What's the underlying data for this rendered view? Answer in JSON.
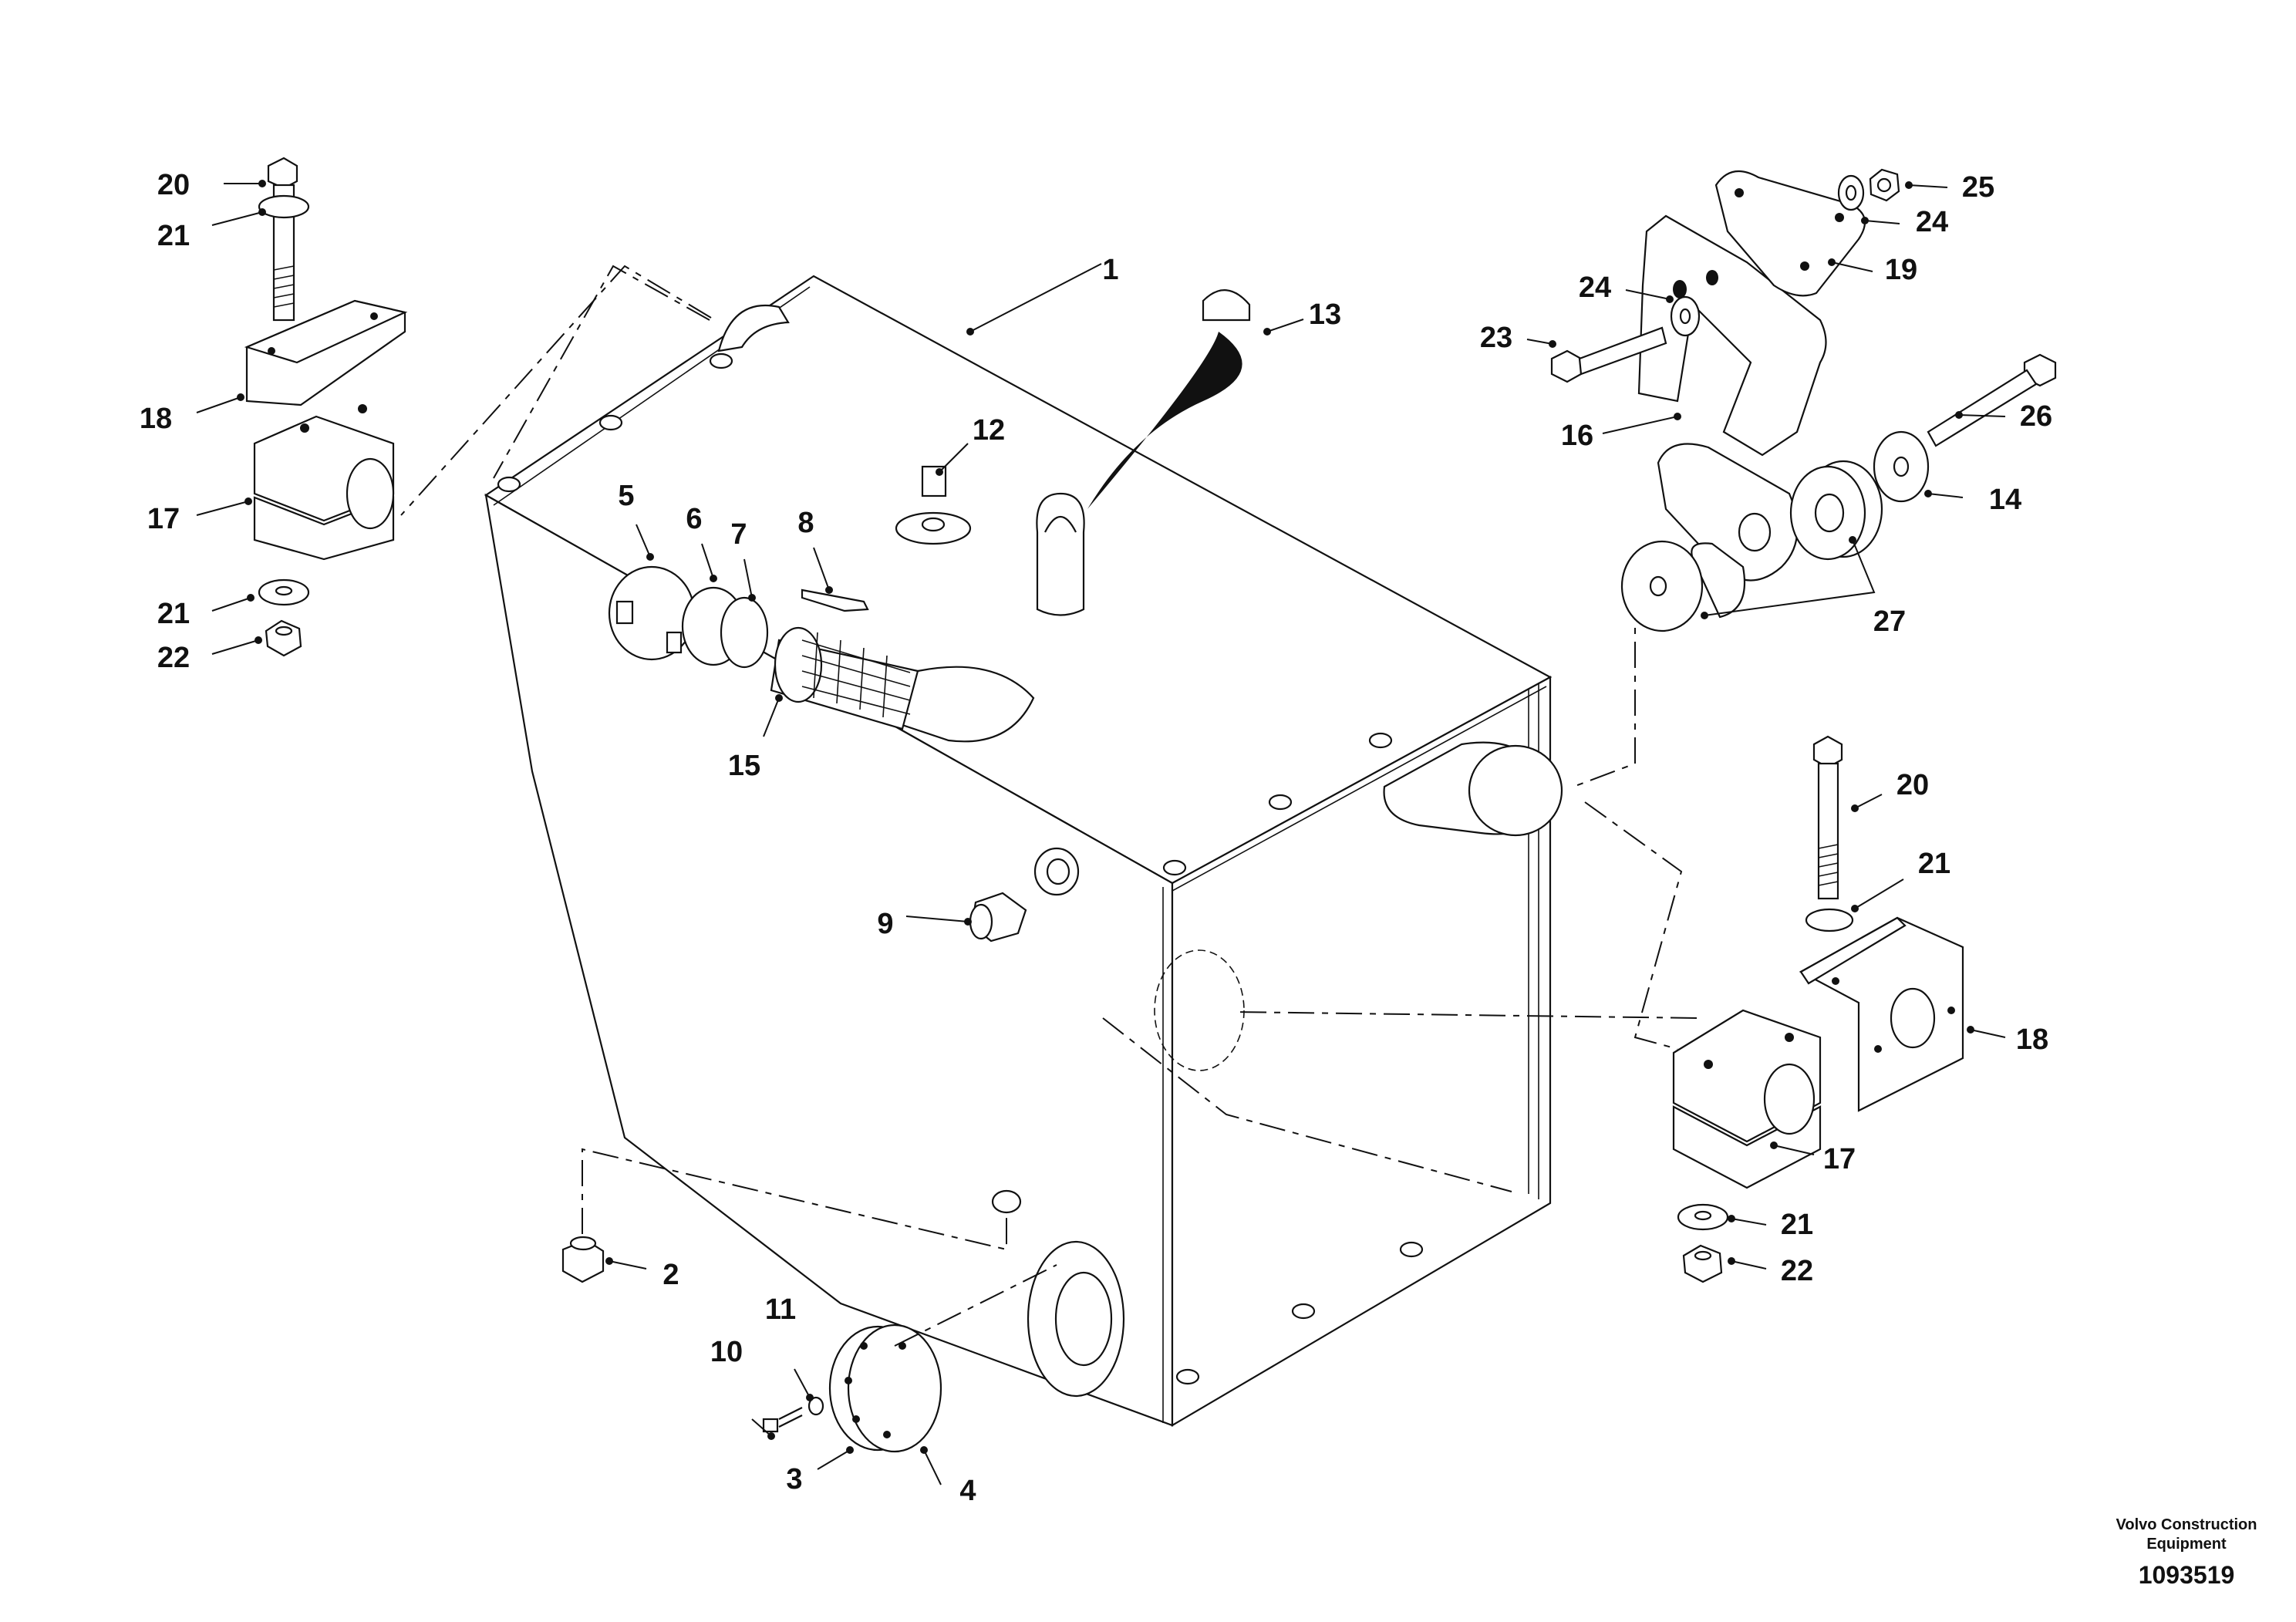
{
  "callouts": [
    {
      "id": "c1",
      "label": "1"
    },
    {
      "id": "c2",
      "label": "2"
    },
    {
      "id": "c3",
      "label": "3"
    },
    {
      "id": "c4",
      "label": "4"
    },
    {
      "id": "c5",
      "label": "5"
    },
    {
      "id": "c6",
      "label": "6"
    },
    {
      "id": "c7",
      "label": "7"
    },
    {
      "id": "c8",
      "label": "8"
    },
    {
      "id": "c9",
      "label": "9"
    },
    {
      "id": "c10",
      "label": "10"
    },
    {
      "id": "c11",
      "label": "11"
    },
    {
      "id": "c12",
      "label": "12"
    },
    {
      "id": "c13",
      "label": "13"
    },
    {
      "id": "c14",
      "label": "14"
    },
    {
      "id": "c15",
      "label": "15"
    },
    {
      "id": "c16",
      "label": "16"
    },
    {
      "id": "c17l",
      "label": "17"
    },
    {
      "id": "c17r",
      "label": "17"
    },
    {
      "id": "c18l",
      "label": "18"
    },
    {
      "id": "c18r",
      "label": "18"
    },
    {
      "id": "c19",
      "label": "19"
    },
    {
      "id": "c20l",
      "label": "20"
    },
    {
      "id": "c20r",
      "label": "20"
    },
    {
      "id": "c21a",
      "label": "21"
    },
    {
      "id": "c21b",
      "label": "21"
    },
    {
      "id": "c21c",
      "label": "21"
    },
    {
      "id": "c21d",
      "label": "21"
    },
    {
      "id": "c22l",
      "label": "22"
    },
    {
      "id": "c22r",
      "label": "22"
    },
    {
      "id": "c23",
      "label": "23"
    },
    {
      "id": "c24a",
      "label": "24"
    },
    {
      "id": "c24b",
      "label": "24"
    },
    {
      "id": "c25",
      "label": "25"
    },
    {
      "id": "c26",
      "label": "26"
    },
    {
      "id": "c27",
      "label": "27"
    }
  ],
  "footer": {
    "credit_line1": "Volvo Construction",
    "credit_line2": "Equipment",
    "drawing_number": "1093519"
  }
}
